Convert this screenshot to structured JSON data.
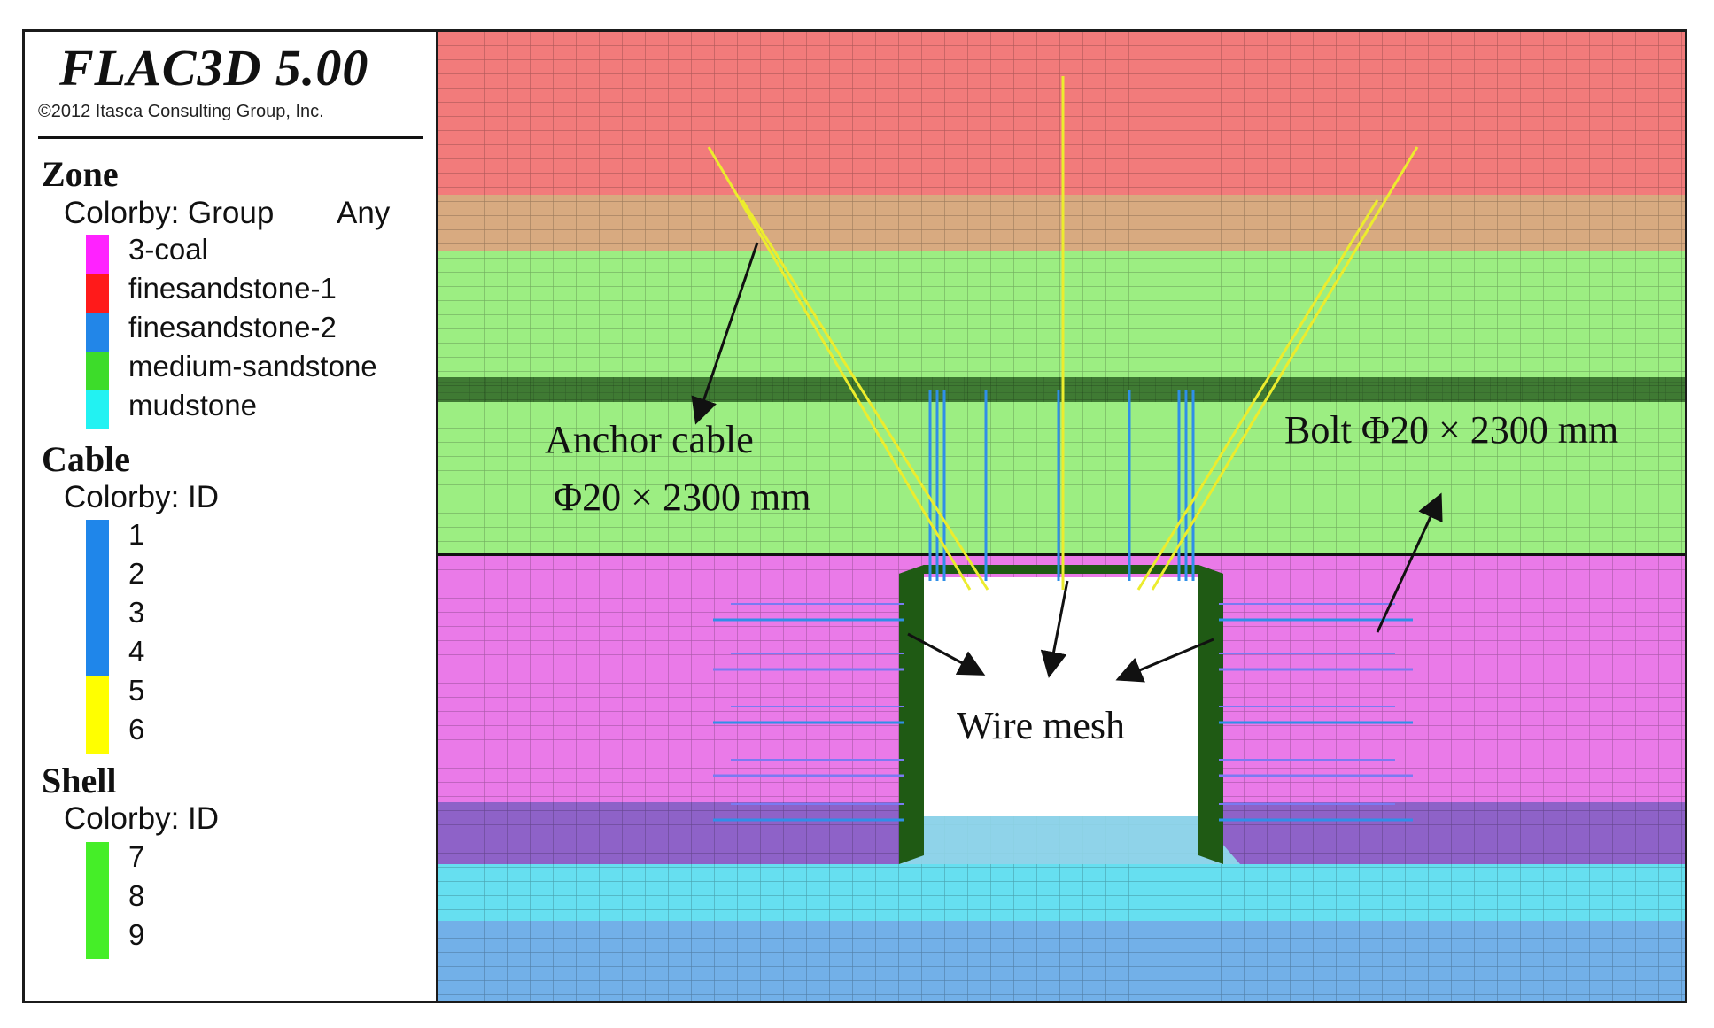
{
  "app": {
    "title": "FLAC3D 5.00",
    "copyright": "©2012 Itasca Consulting Group, Inc."
  },
  "legend": {
    "zone": {
      "heading": "Zone",
      "colorby": "Colorby: Group",
      "any": "Any",
      "items": [
        {
          "label": "3-coal",
          "color": "#ff22ff"
        },
        {
          "label": "finesandstone-1",
          "color": "#ff1a1a"
        },
        {
          "label": "finesandstone-2",
          "color": "#2286e8"
        },
        {
          "label": "medium-sandstone",
          "color": "#3ddc2a"
        },
        {
          "label": "mudstone",
          "color": "#22f2f2"
        }
      ]
    },
    "cable": {
      "heading": "Cable",
      "colorby": "Colorby: ID",
      "items": [
        {
          "label": "1",
          "color": "#1f86ea"
        },
        {
          "label": "2",
          "color": "#1f86ea"
        },
        {
          "label": "3",
          "color": "#1f86ea"
        },
        {
          "label": "4",
          "color": "#1f86ea"
        },
        {
          "label": "5",
          "color": "#ffff00"
        },
        {
          "label": "6",
          "color": "#ffff00"
        }
      ]
    },
    "shell": {
      "heading": "Shell",
      "colorby": "Colorby: ID",
      "items": [
        {
          "label": "7",
          "color": "#45ee28"
        },
        {
          "label": "8",
          "color": "#45ee28"
        },
        {
          "label": "9",
          "color": "#45ee28"
        }
      ]
    }
  },
  "annotations": {
    "anchor_cable_line1": "Anchor cable",
    "anchor_cable_line2": "Φ20 × 2300 mm",
    "bolt": "Bolt Φ20 × 2300 mm",
    "wire_mesh": "Wire mesh"
  },
  "colors": {
    "top_red": "#f27b7b",
    "tan": "#d8aa80",
    "green": "#9cee82",
    "dark_green_band": "#3f7a33",
    "coal": "#ea7ae8",
    "purple": "#8e62c8",
    "cyan": "#66dff0",
    "blue": "#72b0e8",
    "shell": "#1f5a14",
    "cable_yellow": "#ecec2e",
    "cable_blue": "#2f8fe8",
    "bolt_violet": "#7a7af2"
  }
}
